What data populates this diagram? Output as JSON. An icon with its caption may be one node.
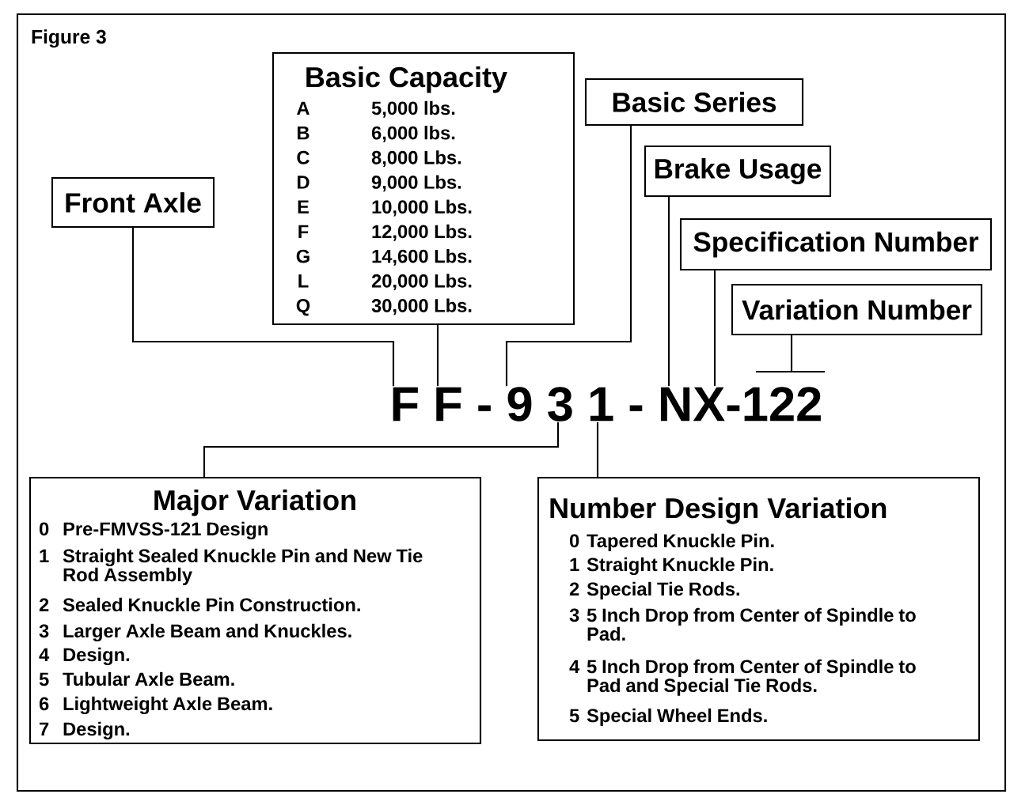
{
  "diagram": {
    "nodes": [
      {
        "text": [
          "Front Axle"
        ]
      },
      {
        "text": [
          "Basic Capacity",
          "A",
          "5,000 lbs.",
          "B",
          "6,000 lbs.",
          "C",
          "8,000 Lbs.",
          "D",
          "9,000 Lbs.",
          "E",
          "10,000 Lbs.",
          "F",
          "12,000 Lbs.",
          "G",
          "14,600 Lbs.",
          "L",
          "20,000 Lbs.",
          "Q",
          "30,000 Lbs."
        ]
      },
      {
        "text": [
          "Basic Series"
        ]
      },
      {
        "text": [
          "Brake Usage"
        ]
      },
      {
        "text": [
          "Specification Number"
        ]
      },
      {
        "text": [
          "Variation Number"
        ]
      },
      {
        "text": [
          "F F - 9 3 1 - NX-122"
        ]
      },
      {
        "text": [
          "Major Variation",
          "0",
          "Pre-FMVSS-121 Design",
          "1",
          "Straight Sealed Knuckle Pin and New Tie Rod Assembly",
          "2",
          "Sealed Knuckle Pin Construction.",
          "3",
          "Larger Axle Beam and Knuckles.",
          "4",
          "Design.",
          "5",
          "Tubular Axle Beam.",
          "6",
          "Lightweight Axle Beam.",
          "7",
          "Design."
        ]
      },
      {
        "text": [
          "Number Design Variation",
          "0",
          "Tapered Knuckle Pin.",
          "1",
          "Straight Knuckle Pin.",
          "2",
          "Special Tie Rods.",
          "3",
          "5 Inch Drop from Center of Spindle to Pad.",
          "4",
          "5 Inch Drop from Center of Spindle to Pad and Special Tie Rods.",
          "5",
          "Special Wheel Ends."
        ]
      }
    ],
    "edges": [
      {
        "from": 0,
        "to": 6,
        "arrow": "none"
      },
      {
        "from": 1,
        "to": 6,
        "arrow": "none"
      },
      {
        "from": 2,
        "to": 6,
        "arrow": "none"
      },
      {
        "from": 3,
        "to": 6,
        "arrow": "none"
      },
      {
        "from": 4,
        "to": 6,
        "arrow": "none"
      },
      {
        "from": 5,
        "to": 6,
        "arrow": "none"
      },
      {
        "from": 6,
        "to": 7,
        "arrow": "none"
      },
      {
        "from": 6,
        "to": 8,
        "arrow": "none"
      }
    ],
    "labels": [
      "Figure 3"
    ]
  }
}
